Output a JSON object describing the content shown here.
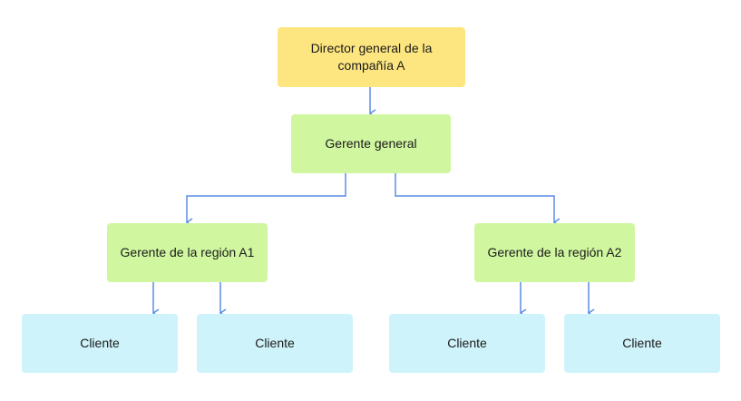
{
  "colors": {
    "director": "#fde680",
    "manager": "#d0f7a0",
    "client": "#cff3fb",
    "connector": "#5b8ee6"
  },
  "nodes": {
    "director": {
      "label": "Director general de la compañía A"
    },
    "general_manager": {
      "label": "Gerente general"
    },
    "region_a1": {
      "label": "Gerente de la región A1"
    },
    "region_a2": {
      "label": "Gerente de la región A2"
    },
    "clients": [
      {
        "label": "Cliente"
      },
      {
        "label": "Cliente"
      },
      {
        "label": "Cliente"
      },
      {
        "label": "Cliente"
      }
    ]
  }
}
